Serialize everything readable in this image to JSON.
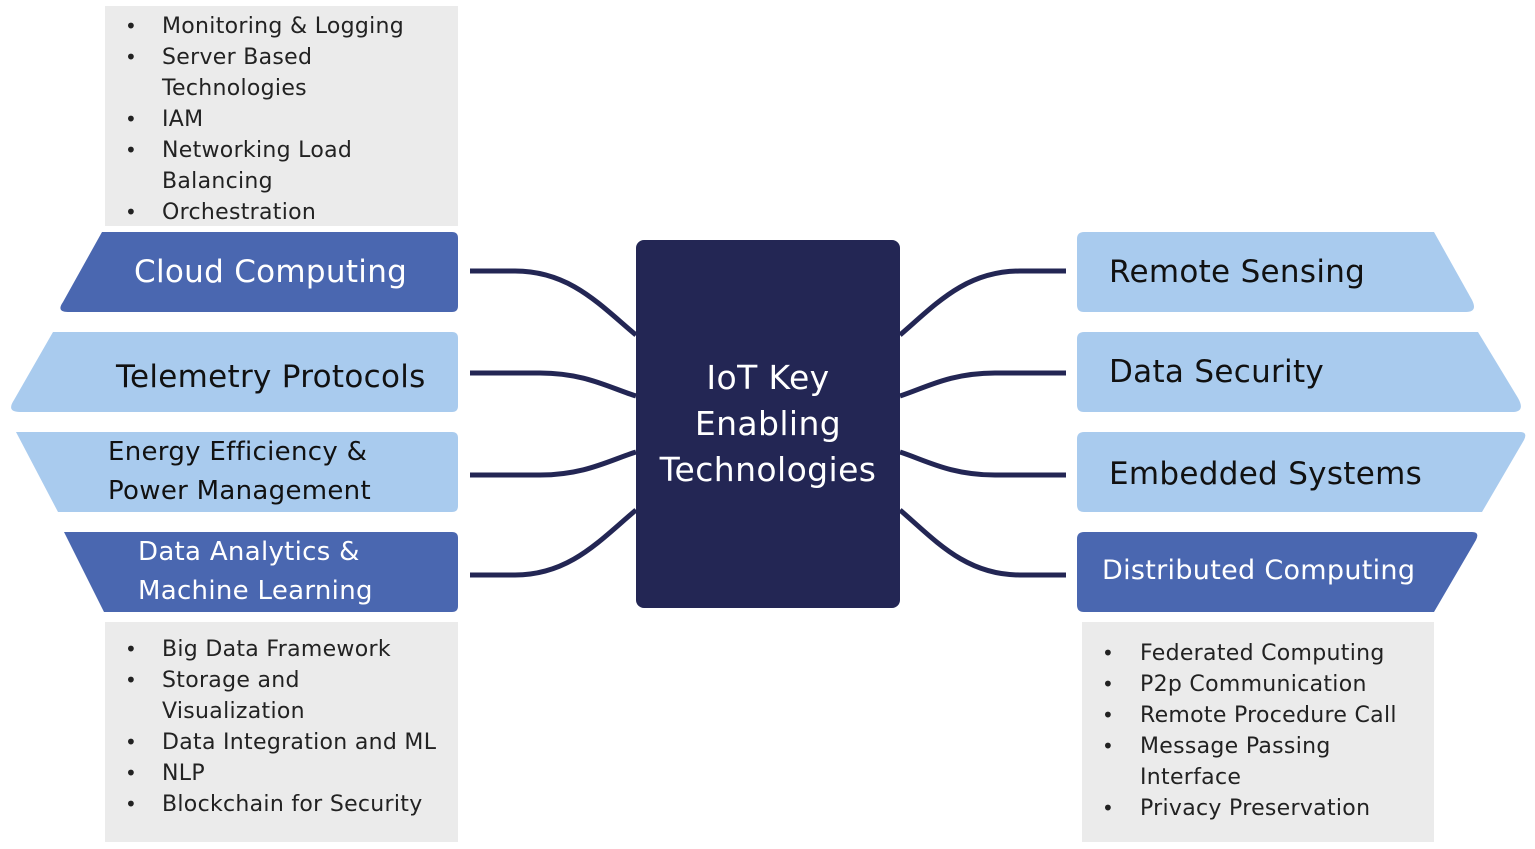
{
  "colors": {
    "navy": "#232654",
    "dark_blue": "#4a67b0",
    "light_blue": "#a9cbee",
    "info_bg": "#ebebeb"
  },
  "center": {
    "title": "IoT Key\nEnabling\nTechnologies"
  },
  "left": [
    {
      "label": "Cloud Computing",
      "style": "dark"
    },
    {
      "label": "Telemetry Protocols",
      "style": "light"
    },
    {
      "label": "Energy Efficiency &\nPower Management",
      "style": "light"
    },
    {
      "label": "Data Analytics &\nMachine Learning",
      "style": "dark"
    }
  ],
  "right": [
    {
      "label": "Remote Sensing",
      "style": "light"
    },
    {
      "label": "Data Security",
      "style": "light"
    },
    {
      "label": "Embedded Systems",
      "style": "light"
    },
    {
      "label": "Distributed Computing",
      "style": "dark"
    }
  ],
  "details": {
    "cloud_computing": [
      "Monitoring & Logging",
      "Server Based\nTechnologies",
      "IAM",
      "Networking Load\nBalancing",
      "Orchestration"
    ],
    "data_analytics": [
      "Big Data Framework",
      "Storage and\nVisualization",
      "Data Integration and ML",
      "NLP",
      "Blockchain for Security"
    ],
    "distributed_computing": [
      "Federated Computing",
      "P2p Communication",
      "Remote Procedure Call",
      "Message Passing\nInterface",
      "Privacy Preservation"
    ]
  }
}
